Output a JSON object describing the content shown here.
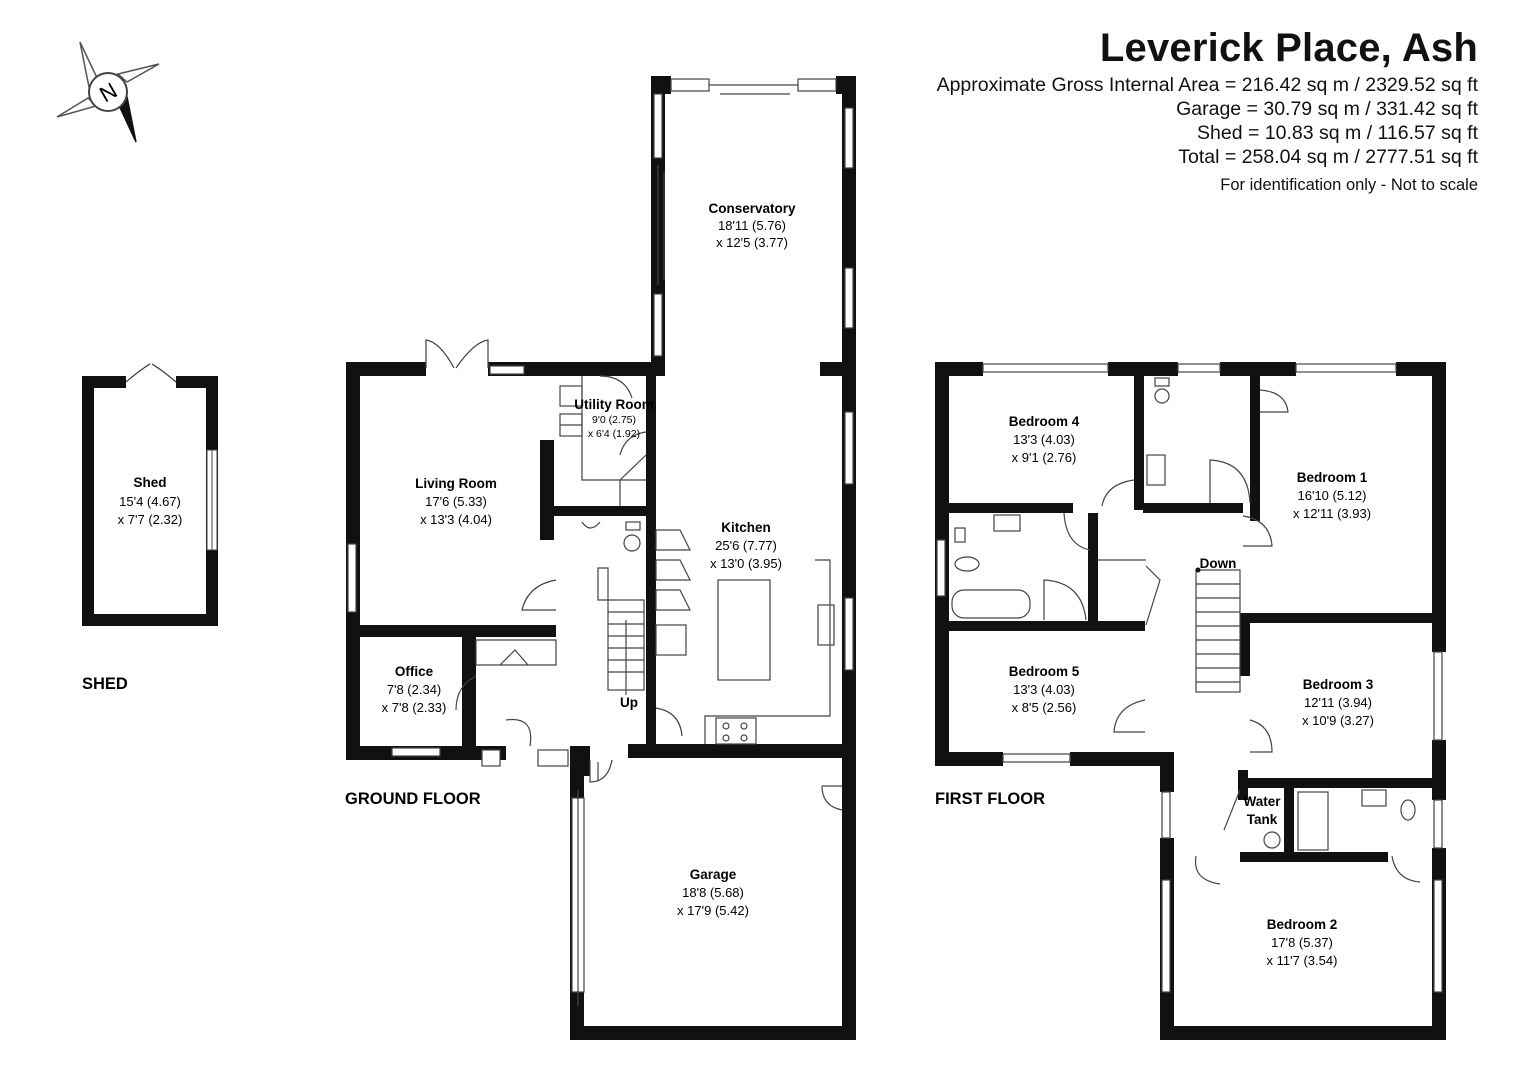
{
  "header": {
    "title": "Leverick Place, Ash",
    "lines": [
      "Approximate Gross Internal Area = 216.42 sq m / 2329.52 sq ft",
      "Garage = 30.79 sq m / 331.42 sq ft",
      "Shed = 10.83 sq m / 116.57 sq ft",
      "Total = 258.04 sq m / 2777.51 sq ft"
    ],
    "note": "For identification only - Not to scale"
  },
  "compass": {
    "letter": "N"
  },
  "floor_labels": {
    "shed": "SHED",
    "ground": "GROUND FLOOR",
    "first": "FIRST FLOOR"
  },
  "rooms": {
    "shed": {
      "name": "Shed",
      "dim1": "15'4 (4.67)",
      "dim2": "x 7'7 (2.32)"
    },
    "conservatory": {
      "name": "Conservatory",
      "dim1": "18'11 (5.76)",
      "dim2": "x 12'5 (3.77)"
    },
    "utility": {
      "name": "Utility Room",
      "dim1": "9'0 (2.75)",
      "dim2": "x 6'4 (1.92)"
    },
    "living": {
      "name": "Living Room",
      "dim1": "17'6 (5.33)",
      "dim2": "x 13'3 (4.04)"
    },
    "kitchen": {
      "name": "Kitchen",
      "dim1": "25'6 (7.77)",
      "dim2": "x 13'0 (3.95)"
    },
    "office": {
      "name": "Office",
      "dim1": "7'8 (2.34)",
      "dim2": "x 7'8 (2.33)"
    },
    "garage": {
      "name": "Garage",
      "dim1": "18'8 (5.68)",
      "dim2": "x 17'9 (5.42)"
    },
    "bedroom4": {
      "name": "Bedroom 4",
      "dim1": "13'3 (4.03)",
      "dim2": "x 9'1 (2.76)"
    },
    "bedroom1": {
      "name": "Bedroom 1",
      "dim1": "16'10 (5.12)",
      "dim2": "x 12'11 (3.93)"
    },
    "bedroom5": {
      "name": "Bedroom 5",
      "dim1": "13'3 (4.03)",
      "dim2": "x 8'5 (2.56)"
    },
    "bedroom3": {
      "name": "Bedroom 3",
      "dim1": "12'11 (3.94)",
      "dim2": "x 10'9 (3.27)"
    },
    "bedroom2": {
      "name": "Bedroom 2",
      "dim1": "17'8 (5.37)",
      "dim2": "x 11'7 (3.54)"
    }
  },
  "labels": {
    "up": "Up",
    "down": "Down",
    "water_tank_1": "Water",
    "water_tank_2": "Tank"
  }
}
